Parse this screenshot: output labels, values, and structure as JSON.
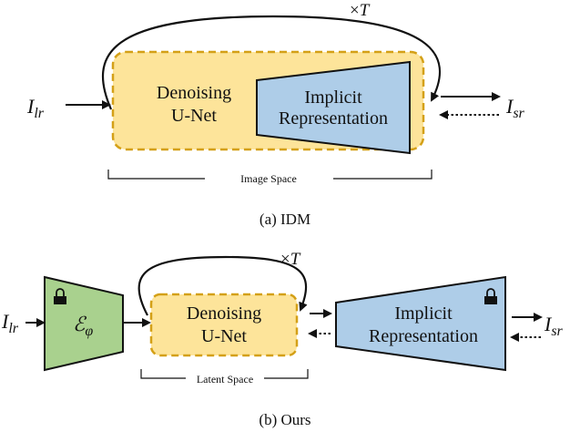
{
  "idm": {
    "input_main": "I",
    "input_sub": "lr",
    "output_main": "I",
    "output_sub": "sr",
    "repeat_times": "×",
    "repeat_T": "T",
    "denoise_line1": "Denoising",
    "denoise_line2": "U-Net",
    "implicit_line1": "Implicit",
    "implicit_line2": "Representation",
    "space_label": "Image Space",
    "caption": "(a) IDM"
  },
  "ours": {
    "input_main": "I",
    "input_sub": "lr",
    "output_main": "I",
    "output_sub": "sr",
    "repeat_times": "×",
    "repeat_T": "T",
    "encoder_main": "ℰ",
    "encoder_sub": "φ",
    "denoise_line1": "Denoising",
    "denoise_line2": "U-Net",
    "implicit_line1": "Implicit",
    "implicit_line2": "Representation",
    "space_label": "Latent Space",
    "caption": "(b) Ours"
  },
  "colors": {
    "unet_fill": "#fde49a",
    "unet_border": "#d4a017",
    "implicit_fill": "#aecde8",
    "encoder_fill": "#a9d18e",
    "stroke": "#111111"
  }
}
